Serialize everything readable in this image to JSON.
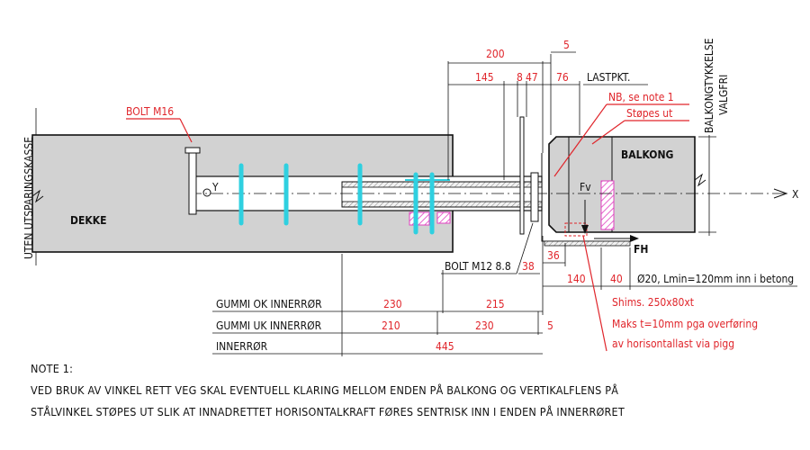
{
  "left_side_label": "UTEN UTSPARINGSKASSE",
  "right_side_label_1": "BALKONGTYKKELSE",
  "right_side_label_2": "VALGFRI",
  "bolt_m16": "BOLT M16",
  "y_label": "Y",
  "dekke": "DEKKE",
  "balkong": "BALKONG",
  "fv": "Fv",
  "fh": "FH",
  "x_label": "X",
  "dim_200": "200",
  "dim_5_top": "5",
  "dim_145": "145",
  "dim_8": "8",
  "dim_47": "47",
  "dim_76": "76",
  "lastpkt": "LASTPKT.",
  "nb_note": "NB, se note 1",
  "stopes_ut": "Støpes ut",
  "bolt_m12": "BOLT M12 8.8",
  "dim_38": "38",
  "dim_36": "36",
  "dim_140": "140",
  "dim_40": "40",
  "pin_spec": "Ø20, Lmin=120mm inn i betong",
  "shims_1": "Shims. 250x80xt",
  "shims_2": "Maks t=10mm pga overføring",
  "shims_3": "av horisontallast via pigg",
  "rows": [
    {
      "label": "GUMMI OK INNERRØR",
      "v1": "230",
      "v2": "215"
    },
    {
      "label": "GUMMI UK INNERRØR",
      "v1": "210",
      "v2": "230",
      "v3": "5"
    },
    {
      "label": "INNERRØR",
      "v1": "445"
    }
  ],
  "note_title": "NOTE 1:",
  "note_line_1": "VED BRUK AV VINKEL RETT VEG SKAL EVENTUELL KLARING MELLOM ENDEN PÅ BALKONG OG VERTIKALFLENS PÅ",
  "note_line_2": "STÅLVINKEL STØPES UT SLIK AT INNADRETTET HORISONTALKRAFT FØRES SENTRISK INN I ENDEN PÅ INNERRØRET"
}
